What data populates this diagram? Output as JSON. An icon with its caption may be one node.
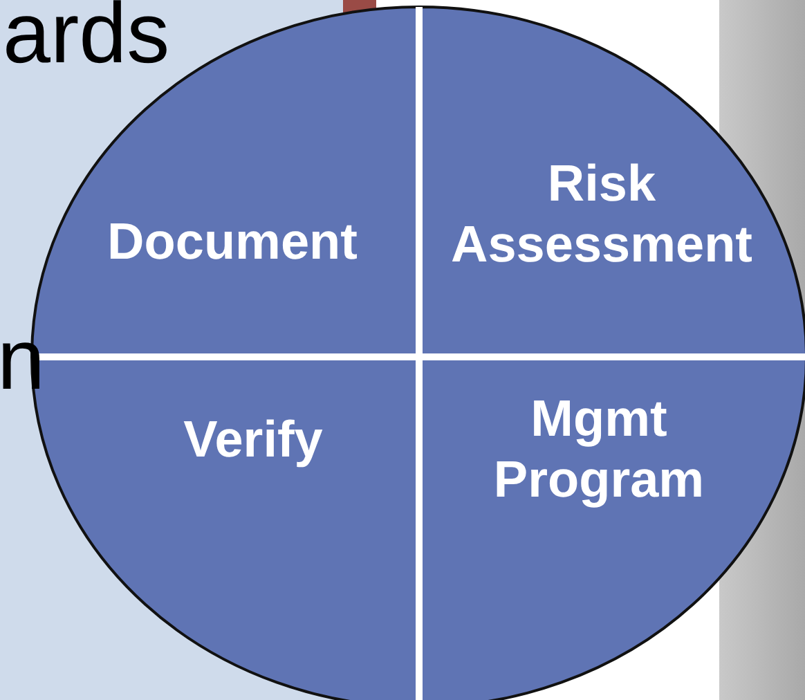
{
  "diagram": {
    "nodes": [
      {
        "text": [
          "Document"
        ]
      },
      {
        "text": [
          "Risk Assessment"
        ]
      },
      {
        "text": [
          "Verify"
        ]
      },
      {
        "text": [
          "Mgmt Program"
        ]
      }
    ],
    "edges": [],
    "labels": [
      "ards",
      "n"
    ]
  }
}
